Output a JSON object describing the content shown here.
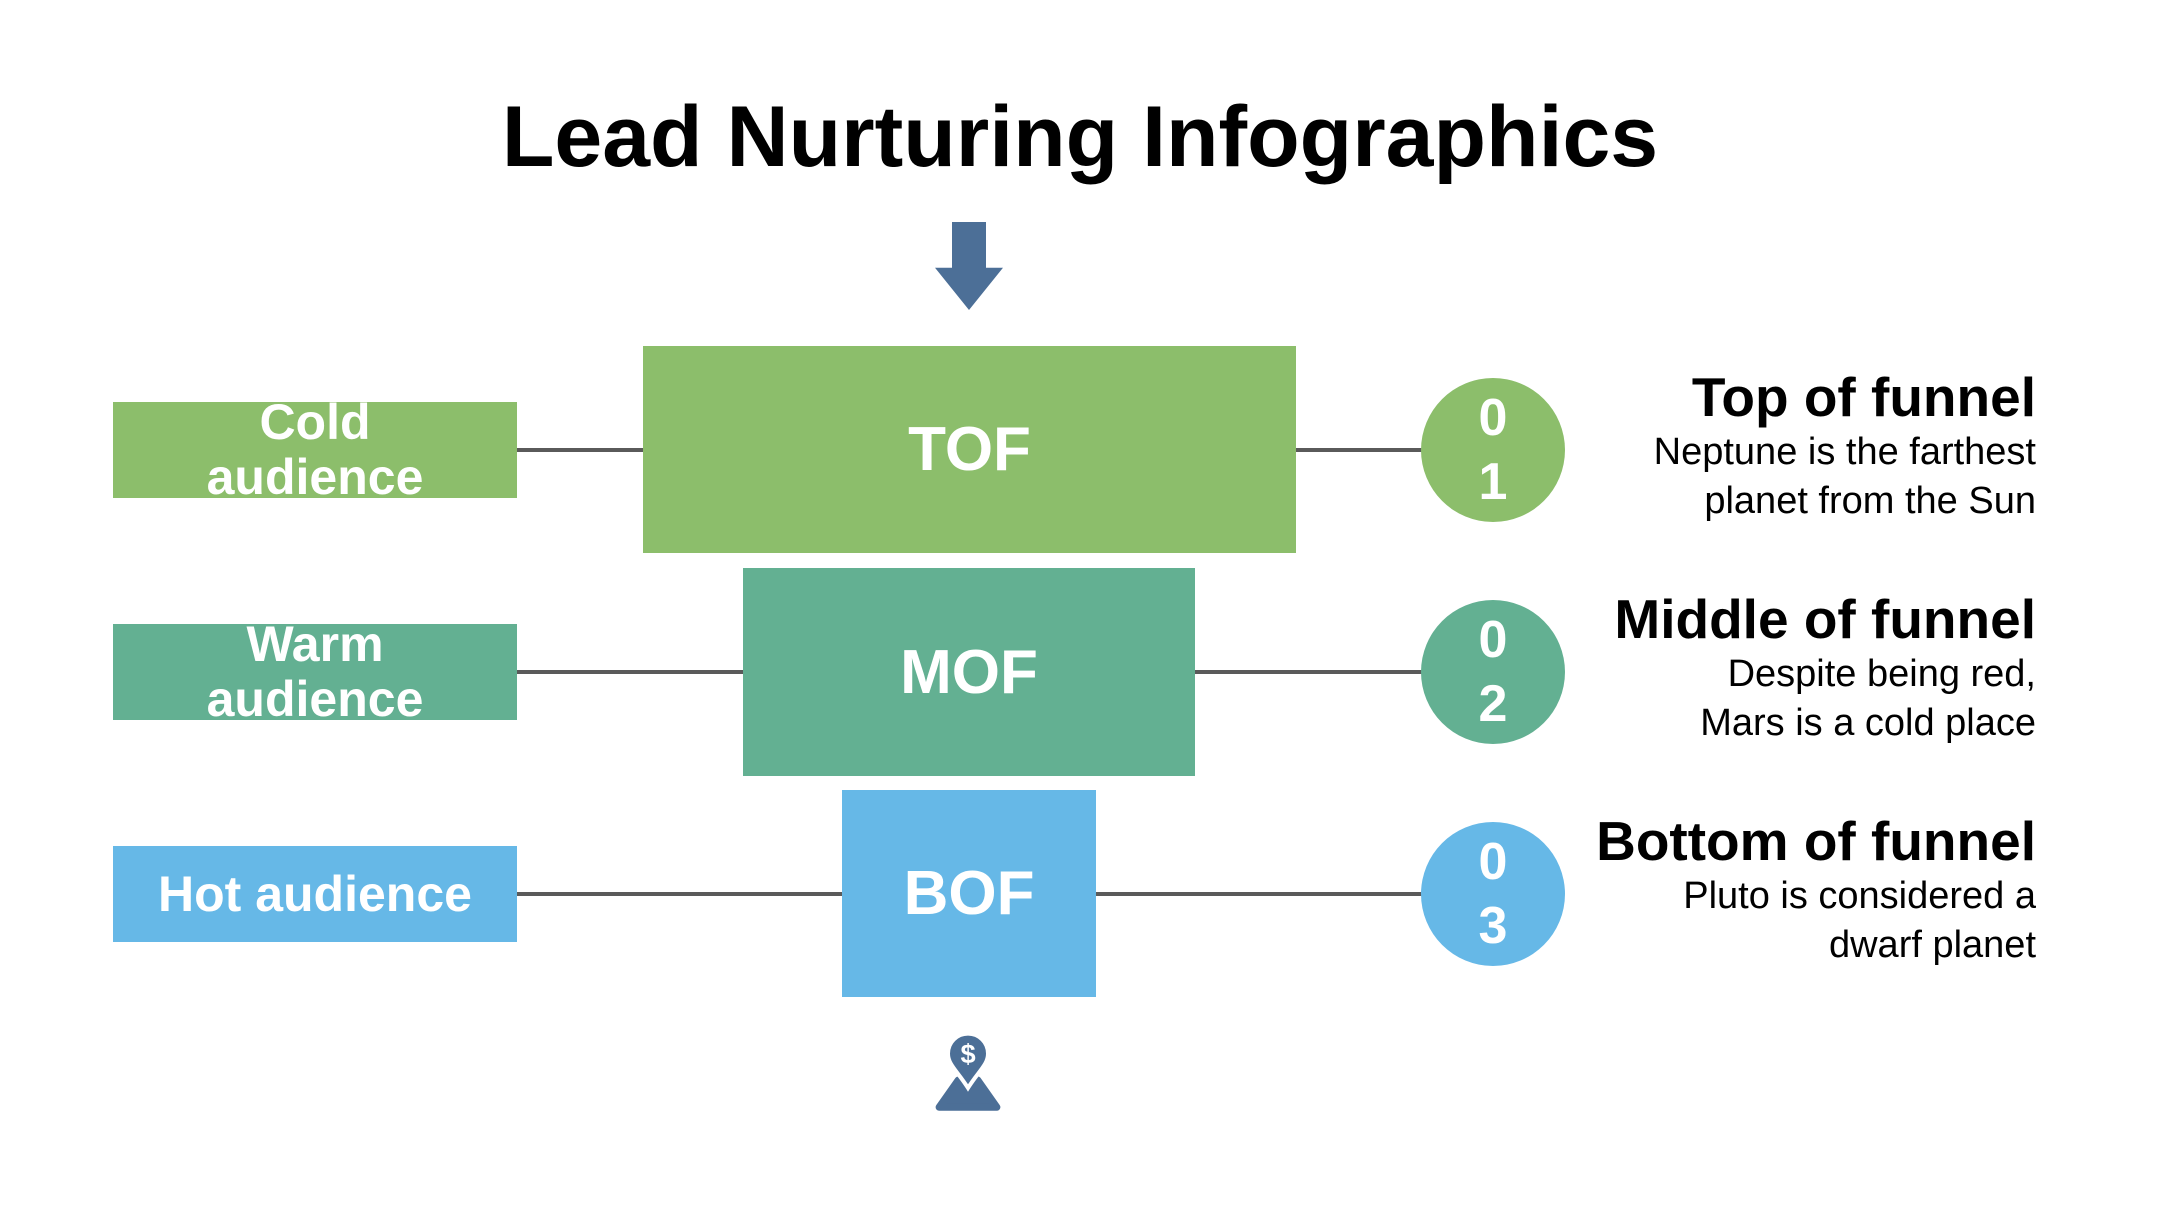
{
  "title": "Lead Nurturing Infographics",
  "colors": {
    "stage_green": "#8CBE6B",
    "stage_teal": "#63B092",
    "stage_blue": "#66B8E7",
    "accent_slate_blue": "#4C6F97",
    "connector_gray": "#5A5A5A",
    "text_black": "#000000",
    "background": "#FFFFFF"
  },
  "icons": {
    "down_arrow": "block-arrow-down",
    "dollar_pin": "location-pin-with-dollar-sign",
    "dollar_symbol": "$"
  },
  "rows": [
    {
      "audience_line1": "Cold",
      "audience_line2": "audience",
      "stage": "TOF",
      "number_line1": "0",
      "number_line2": "1",
      "heading": "Top of funnel",
      "description_line1": "Neptune is the farthest",
      "description_line2": "planet from the Sun"
    },
    {
      "audience_line1": "Warm",
      "audience_line2": "audience",
      "stage": "MOF",
      "number_line1": "0",
      "number_line2": "2",
      "heading": "Middle of funnel",
      "description_line1": "Despite being red,",
      "description_line2": "Mars is a cold place"
    },
    {
      "audience_line1": "Hot audience",
      "audience_line2": "",
      "stage": "BOF",
      "number_line1": "0",
      "number_line2": "3",
      "heading": "Bottom of funnel",
      "description_line1": "Pluto is considered a",
      "description_line2": "dwarf planet"
    }
  ]
}
